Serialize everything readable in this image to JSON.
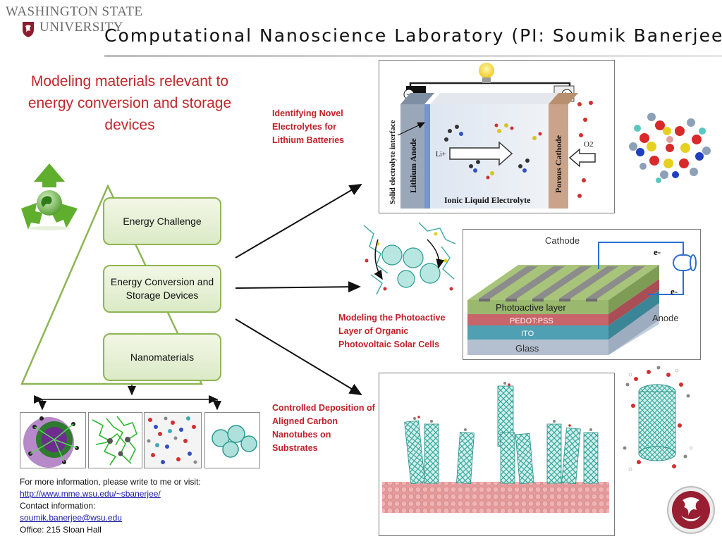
{
  "header": {
    "logo_line1": "WASHINGTON STATE",
    "logo_line2": "UNIVERSITY",
    "title": "Computational Nanoscience Laboratory (PI: Soumik Banerjee)"
  },
  "headline": "Modeling materials relevant to energy conversion and storage devices",
  "pyramid": {
    "box1": "Energy Challenge",
    "box2": "Energy Conversion and Storage Devices",
    "box3": "Nanomaterials"
  },
  "topics": {
    "electrolytes": "Identifying Novel Electrolytes for Lithium Batteries",
    "photovoltaic": "Modeling the Photoactive Layer of Organic Photovoltaic Solar Cells",
    "nanotubes": "Controlled Deposition of Aligned Carbon Nanotubes on Substrates"
  },
  "battery": {
    "left_vertical": "Solid electrolyte interface",
    "anode": "Lithium Anode",
    "cathode": "Porous Cathode",
    "electrolyte": "Ionic Liquid Electrolyte",
    "li_label": "Li+",
    "o2_label": "O2",
    "minus": "−",
    "plus": "+"
  },
  "solar": {
    "cathode": "Cathode",
    "photoactive": "Photoactive layer",
    "pedot": "PEDOT:PSS",
    "ito": "ITO",
    "glass": "Glass",
    "anode": "Anode",
    "e_label": "e-"
  },
  "footer": {
    "line1": "For more information,  please write to me or visit:",
    "link": "http://www.mme.wsu.edu/~sbanerjee/",
    "line3": "Contact information:",
    "email": "soumik.banerjee@wsu.edu",
    "office": "Office: 215 Sloan Hall"
  },
  "colors": {
    "accent_red": "#c0282d",
    "box_border": "#8db553",
    "nanotube": "#3fb3a8"
  }
}
